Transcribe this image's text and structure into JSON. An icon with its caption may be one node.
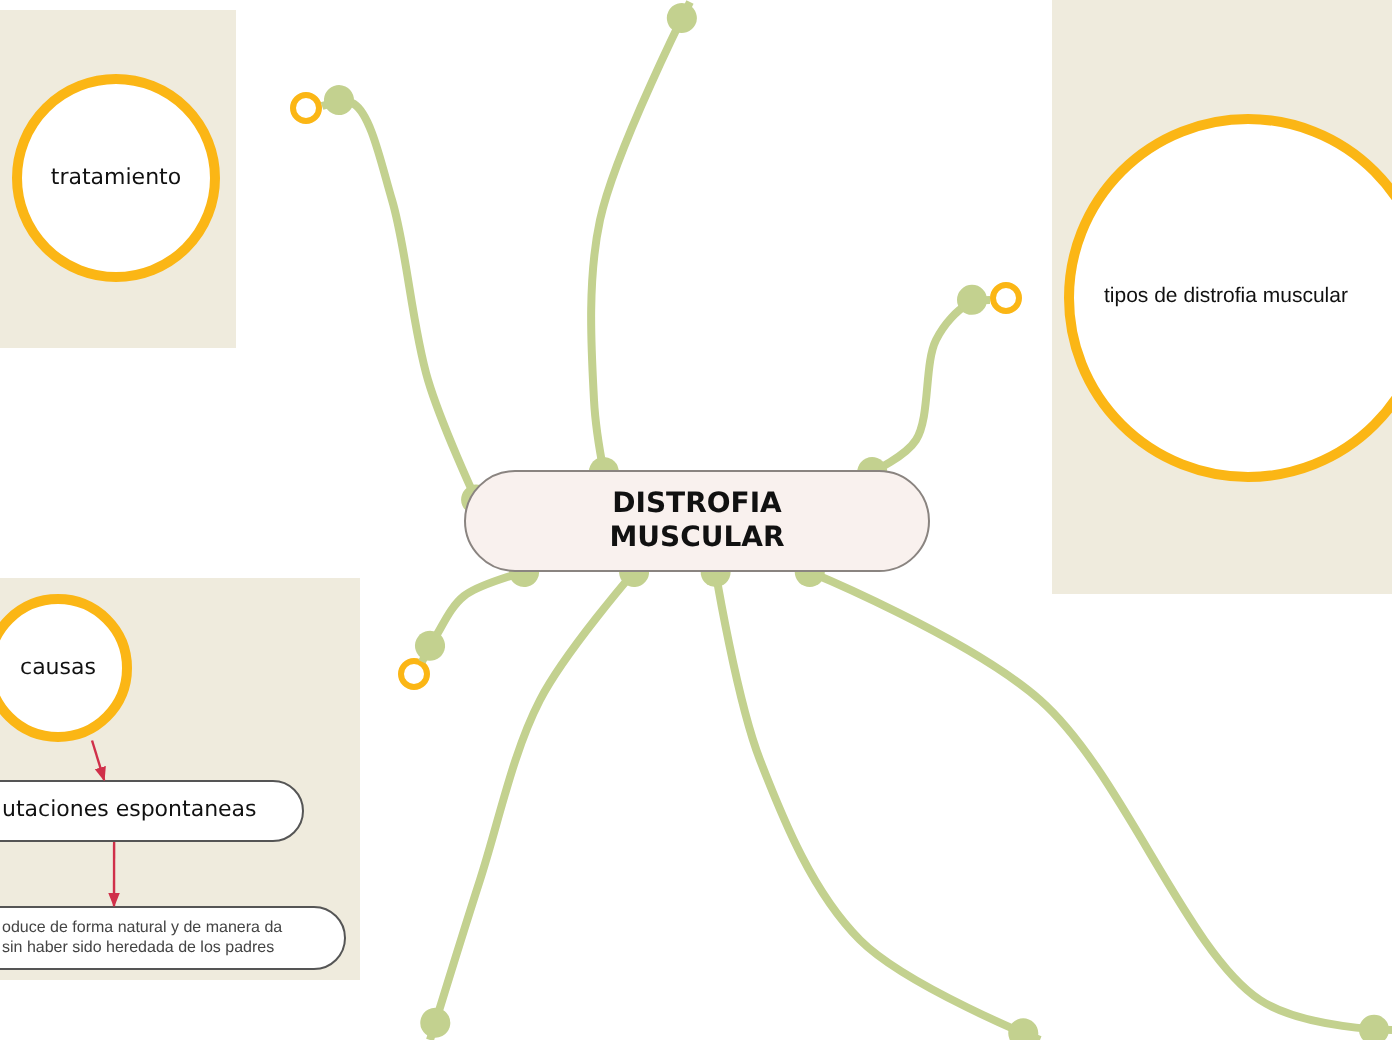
{
  "diagram": {
    "nodes": [
      {
        "text": [],
        "shape": "box"
      },
      {
        "text": [
          "tratamiento"
        ],
        "in": 0
      },
      {
        "text": [],
        "shape": "box"
      },
      {
        "text": [
          "tipos de distrofia muscular"
        ],
        "in": 2
      },
      {
        "text": [
          "DISTROFIA MUSCULAR"
        ]
      },
      {
        "text": [],
        "shape": "circle"
      },
      {
        "text": [],
        "shape": "circle"
      },
      {
        "text": [],
        "shape": "circle"
      },
      {
        "text": [],
        "shape": "box"
      },
      {
        "text": [
          "causas"
        ],
        "in": 8
      },
      {
        "text": [
          "utaciones espontaneas"
        ],
        "in": 8
      },
      {
        "text": [
          "oduce de forma natural y de manera da sin haber sido heredada de los padres"
        ],
        "in": 8
      }
    ],
    "edges": [
      {
        "from": 4,
        "to": 5,
        "arrow": "other"
      },
      {
        "from": 4,
        "to": null,
        "arrow": "other"
      },
      {
        "from": 4,
        "to": 6,
        "arrow": "other"
      },
      {
        "from": 4,
        "to": 7,
        "arrow": "other"
      },
      {
        "from": 4,
        "to": null,
        "arrow": "other"
      },
      {
        "from": 4,
        "to": null,
        "arrow": "other"
      },
      {
        "from": 4,
        "to": null,
        "arrow": "other"
      },
      {
        "from": 9,
        "to": 10,
        "arrow": "to",
        "color": "#d0304a"
      },
      {
        "from": 10,
        "to": 11,
        "arrow": "to",
        "color": "#d0304a"
      }
    ]
  }
}
